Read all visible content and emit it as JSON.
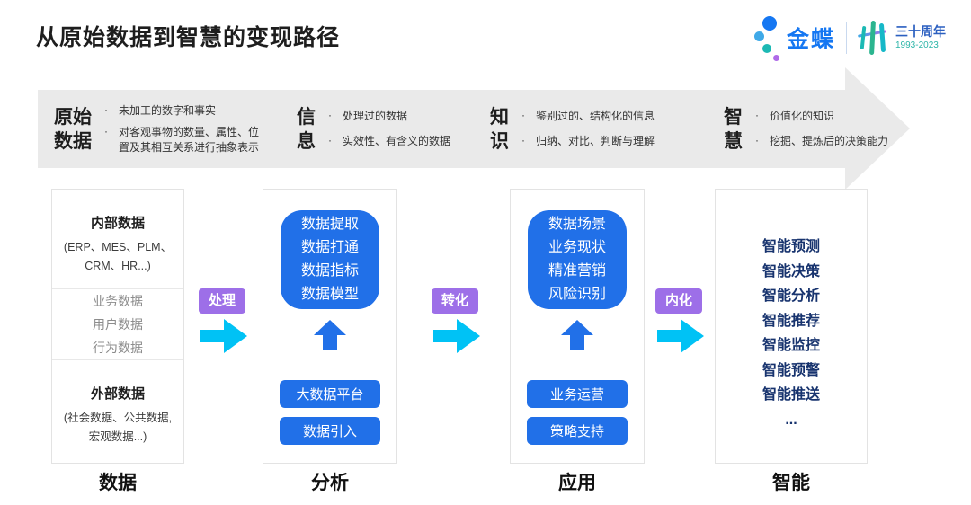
{
  "title": "从原始数据到智慧的变现路径",
  "logo": {
    "brand": "金蝶",
    "anniversary": "三十周年",
    "years": "1993-2023"
  },
  "banner": {
    "stages": [
      {
        "label_line1": "原始",
        "label_line2": "数据",
        "bullets": [
          "未加工的数字和事实",
          "对客观事物的数量、属性、位置及其相互关系进行抽象表示"
        ]
      },
      {
        "label_line1": "信",
        "label_line2": "息",
        "bullets": [
          "处理过的数据",
          "实效性、有含义的数据"
        ]
      },
      {
        "label_line1": "知",
        "label_line2": "识",
        "bullets": [
          "鉴别过的、结构化的信息",
          "归纳、对比、判断与理解"
        ]
      },
      {
        "label_line1": "智",
        "label_line2": "慧",
        "bullets": [
          "价值化的知识",
          "挖掘、提炼后的决策能力"
        ]
      }
    ]
  },
  "connectors": [
    {
      "label": "处理"
    },
    {
      "label": "转化"
    },
    {
      "label": "内化"
    }
  ],
  "columns": {
    "data": {
      "label": "数据",
      "internal": {
        "title": "内部数据",
        "lines": [
          "(ERP、MES、PLM、",
          "CRM、HR...)"
        ]
      },
      "middle": {
        "items": [
          "业务数据",
          "用户数据",
          "行为数据"
        ]
      },
      "external": {
        "title": "外部数据",
        "lines": [
          "(社会数据、公共数据,",
          "宏观数据...)"
        ]
      }
    },
    "analysis": {
      "label": "分析",
      "box_lines": [
        "数据提取",
        "数据打通",
        "数据指标",
        "数据模型"
      ],
      "buttons": [
        "大数据平台",
        "数据引入"
      ]
    },
    "application": {
      "label": "应用",
      "box_lines": [
        "数据场景",
        "业务现状",
        "精准营销",
        "风险识别"
      ],
      "buttons": [
        "业务运营",
        "策略支持"
      ]
    },
    "intelligence": {
      "label": "智能",
      "items": [
        "智能预测",
        "智能决策",
        "智能分析",
        "智能推荐",
        "智能监控",
        "智能预警",
        "智能推送",
        "..."
      ]
    }
  },
  "colors": {
    "accent_blue": "#2170E8",
    "navy_text": "#17336E",
    "cyan_arrow": "#00C2F5",
    "purple_badge": "#9D6FE8",
    "banner_gray": "#EAEAEA",
    "brand_blue": "#1577F2"
  }
}
